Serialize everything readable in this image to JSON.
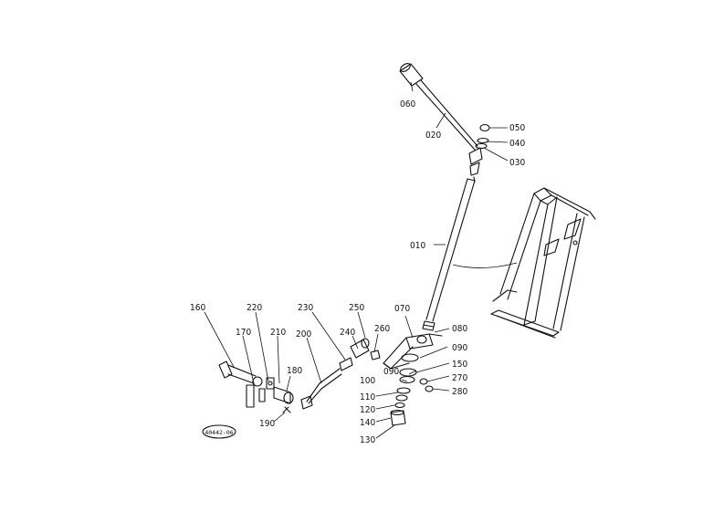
{
  "diagram": {
    "stamp": "40442-06",
    "parts": [
      {
        "id": "p010",
        "label": "010"
      },
      {
        "id": "p020",
        "label": "020"
      },
      {
        "id": "p030",
        "label": "030"
      },
      {
        "id": "p040",
        "label": "040"
      },
      {
        "id": "p050",
        "label": "050"
      },
      {
        "id": "p060",
        "label": "060"
      },
      {
        "id": "p070",
        "label": "070"
      },
      {
        "id": "p080",
        "label": "080"
      },
      {
        "id": "p090a",
        "label": "090"
      },
      {
        "id": "p090b",
        "label": "090"
      },
      {
        "id": "p100",
        "label": "100"
      },
      {
        "id": "p110",
        "label": "110"
      },
      {
        "id": "p120",
        "label": "120"
      },
      {
        "id": "p130",
        "label": "130"
      },
      {
        "id": "p140",
        "label": "140"
      },
      {
        "id": "p150",
        "label": "150"
      },
      {
        "id": "p160",
        "label": "160"
      },
      {
        "id": "p170",
        "label": "170"
      },
      {
        "id": "p180",
        "label": "180"
      },
      {
        "id": "p190",
        "label": "190"
      },
      {
        "id": "p200",
        "label": "200"
      },
      {
        "id": "p210",
        "label": "210"
      },
      {
        "id": "p220",
        "label": "220"
      },
      {
        "id": "p230",
        "label": "230"
      },
      {
        "id": "p240",
        "label": "240"
      },
      {
        "id": "p250",
        "label": "250"
      },
      {
        "id": "p260",
        "label": "260"
      },
      {
        "id": "p270",
        "label": "270"
      },
      {
        "id": "p280",
        "label": "280"
      }
    ]
  }
}
